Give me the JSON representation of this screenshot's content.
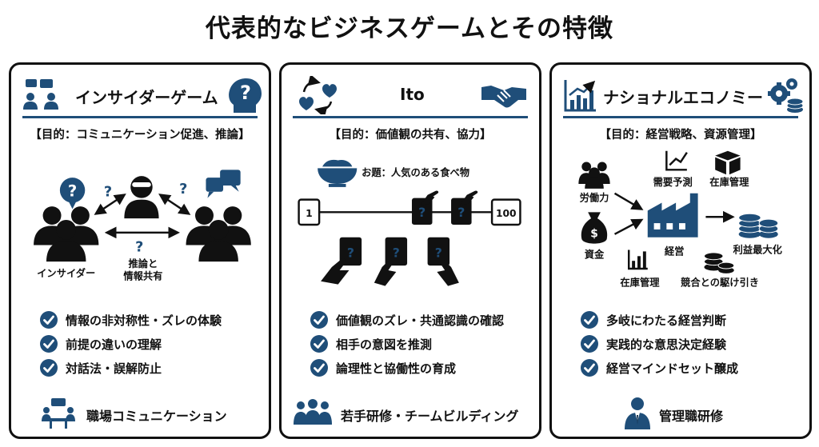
{
  "title": "代表的なビジネスゲームとその特徴",
  "colors": {
    "accent": "#1f4e79",
    "ink": "#111111"
  },
  "cards": [
    {
      "title": "インサイダーゲーム",
      "purpose": "【目的：コミュニケーション促進、推論】",
      "illustration": {
        "insider_label": "インサイダー",
        "center_label_1": "推論と",
        "center_label_2": "情報共有",
        "mark": "?"
      },
      "bullets": [
        "情報の非対称性・ズレの体験",
        "前提の違いの理解",
        "対話法・誤解防止"
      ],
      "footer": "職場コミュニケーション",
      "icons": [
        "team-chat-icon",
        "head-question-icon",
        "meeting-icon"
      ]
    },
    {
      "title": "Ito",
      "purpose": "【目的：価値観の共有、協力】",
      "illustration": {
        "topic": "お題：人気のある食べ物",
        "scale_min": "1",
        "scale_max": "100",
        "mark": "?"
      },
      "bullets": [
        "価値観のズレ・共通認識の確認",
        "相手の意図を推測",
        "論理性と協働性の育成"
      ],
      "footer": "若手研修・チームビルディング",
      "icons": [
        "hearts-cycle-icon",
        "handshake-icon",
        "bowl-icon",
        "team-icon"
      ]
    },
    {
      "title": "ナショナルエコノミー",
      "purpose": "【目的：経営戦略、資源管理】",
      "illustration": {
        "labor": "労働力",
        "capital": "資金",
        "demand": "需要予測",
        "inventory_top": "在庫管理",
        "management": "経営",
        "profit": "利益最大化",
        "inventory_bottom": "在庫管理",
        "competition": "競合との駆け引き",
        "dollar": "$"
      },
      "bullets": [
        "多岐にわたる経営判断",
        "実践的な意思決定経験",
        "経営マインドセット醸成"
      ],
      "footer": "管理職研修",
      "icons": [
        "chart-up-icon",
        "gears-coins-icon",
        "factory-icon",
        "manager-icon"
      ]
    }
  ]
}
